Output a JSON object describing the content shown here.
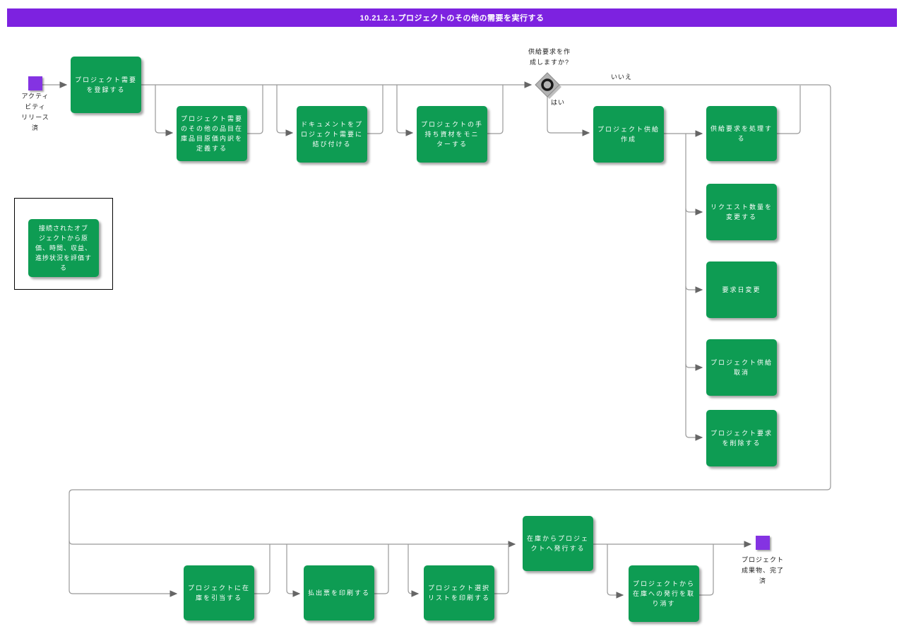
{
  "title": "10.21.2.1.プロジェクトのその他の需要を実行する",
  "colors": {
    "accent_purple": "#7d22e0",
    "event_purple": "#8433e2",
    "node_green": "#0e9c53",
    "connector_gray": "#999999",
    "arrowhead_gray": "#666666"
  },
  "start_event": {
    "label": "アクティ\nビティ\nリリース\n済"
  },
  "end_event": {
    "label": "プロジェクト\n成果物、完了\n済"
  },
  "decision": {
    "question": "供給要求を作\n成しますか?",
    "no_label": "いいえ",
    "yes_label": "はい"
  },
  "nodes": {
    "register_demand": {
      "label": "プロジェクト需要\nを登録する"
    },
    "define_cost_breakdown": {
      "label": "プロジェクト需要\nのその他の品目在\n庫品目原価内訳を\n定義する"
    },
    "attach_documents": {
      "label": "ドキュメントをプ\nロジェクト需要に\n結び付ける"
    },
    "monitor_materials": {
      "label": "プロジェクトの手\n持ち資材をモニ\nターする"
    },
    "create_supply": {
      "label": "プロジェクト供給\n作成"
    },
    "process_supply_request": {
      "label": "供給要求を処理す\nる"
    },
    "change_request_qty": {
      "label": "リクエスト数量を\n変更する"
    },
    "change_request_date": {
      "label": "要求日変更"
    },
    "cancel_supply": {
      "label": "プロジェクト供給\n取消"
    },
    "delete_request": {
      "label": "プロジェクト要求\nを削除する"
    },
    "evaluate_objects": {
      "label": "接続されたオブ\nジェクトから原\n価、時間、収益、\n進捗状況を評価す\nる"
    },
    "allocate_inventory": {
      "label": "プロジェクトに在\n庫を引当する"
    },
    "print_slip": {
      "label": "払出票を印刷する"
    },
    "print_pick_list": {
      "label": "プロジェクト選択\nリストを印刷する"
    },
    "issue_to_project": {
      "label": "在庫からプロジェ\nクトへ発行する"
    },
    "cancel_issue": {
      "label": "プロジェクトから\n在庫への発行を取\nり消す"
    }
  }
}
